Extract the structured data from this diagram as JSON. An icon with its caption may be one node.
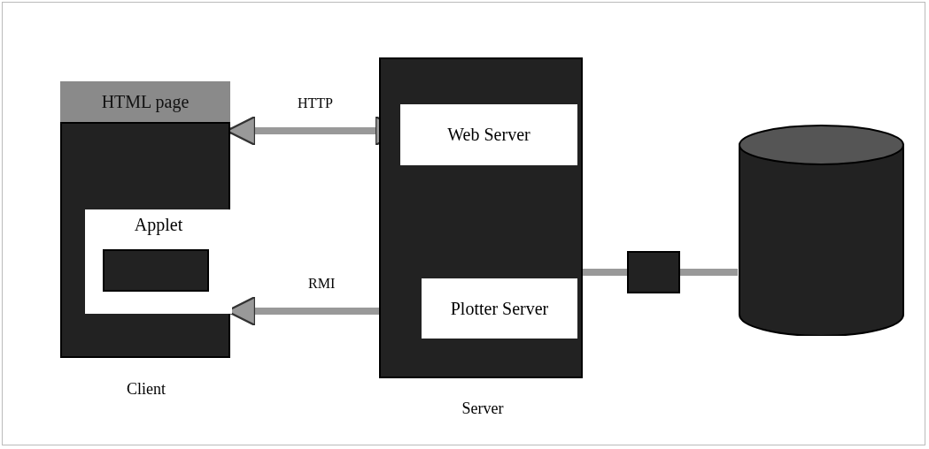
{
  "diagram": {
    "nodes": [
      {
        "text": [
          "Client"
        ]
      },
      {
        "text": [
          "HTML page"
        ],
        "in": 0
      },
      {
        "text": [
          "Applet"
        ],
        "in": 0
      },
      {
        "text": [],
        "shape": "box",
        "in": 2
      },
      {
        "text": [
          "Server"
        ]
      },
      {
        "text": [
          "Web Server"
        ],
        "in": 4
      },
      {
        "text": [
          "Plotter Server"
        ],
        "in": 4
      },
      {
        "text": [],
        "shape": "box"
      },
      {
        "text": [],
        "shape": "cylinder"
      }
    ],
    "edges": [
      {
        "from": 0,
        "to": 5,
        "arrow": "both",
        "label": "HTTP"
      },
      {
        "from": 6,
        "to": 0,
        "arrow": "to",
        "label": "RMI"
      },
      {
        "from": 4,
        "to": 7,
        "arrow": "none"
      },
      {
        "from": 7,
        "to": 8,
        "arrow": "none"
      }
    ]
  }
}
